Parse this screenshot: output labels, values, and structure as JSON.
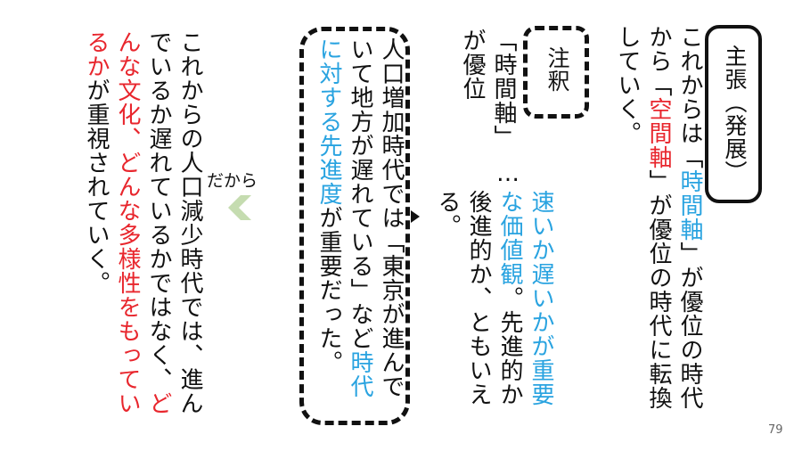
{
  "claim": {
    "label": "主張（発展）",
    "text": {
      "p1": "これからは「",
      "time_axis": "時間軸",
      "p2": "」が優位の時代から「",
      "space_axis": "空間軸",
      "p3": "」が優位の時代に転換していく。"
    }
  },
  "note": {
    "label": "注釈",
    "head": "「時間軸」が優位",
    "ellipsis": "…",
    "blue": "速いか遅いかが重要な価値観",
    "rest": "。先進的か後進的か、ともいえる。"
  },
  "box": {
    "p1": "人口増加時代では「東京が進んでいて地方が遅れている」など",
    "blue": "時代に対する先進度",
    "p2": "が重要だった。"
  },
  "connector": {
    "label": "だから"
  },
  "conclusion": {
    "p1": "これからの人口減少時代では、進んでいるか遅れているかではなく、",
    "red1": "どんな文化",
    "sep": "、",
    "red2": "どんな多様性をもっているか",
    "p2": "が重視されていく。"
  },
  "page_number": "79",
  "colors": {
    "red": "#e8262d",
    "blue": "#29a3e0",
    "chevron": "#c5dcb0"
  }
}
